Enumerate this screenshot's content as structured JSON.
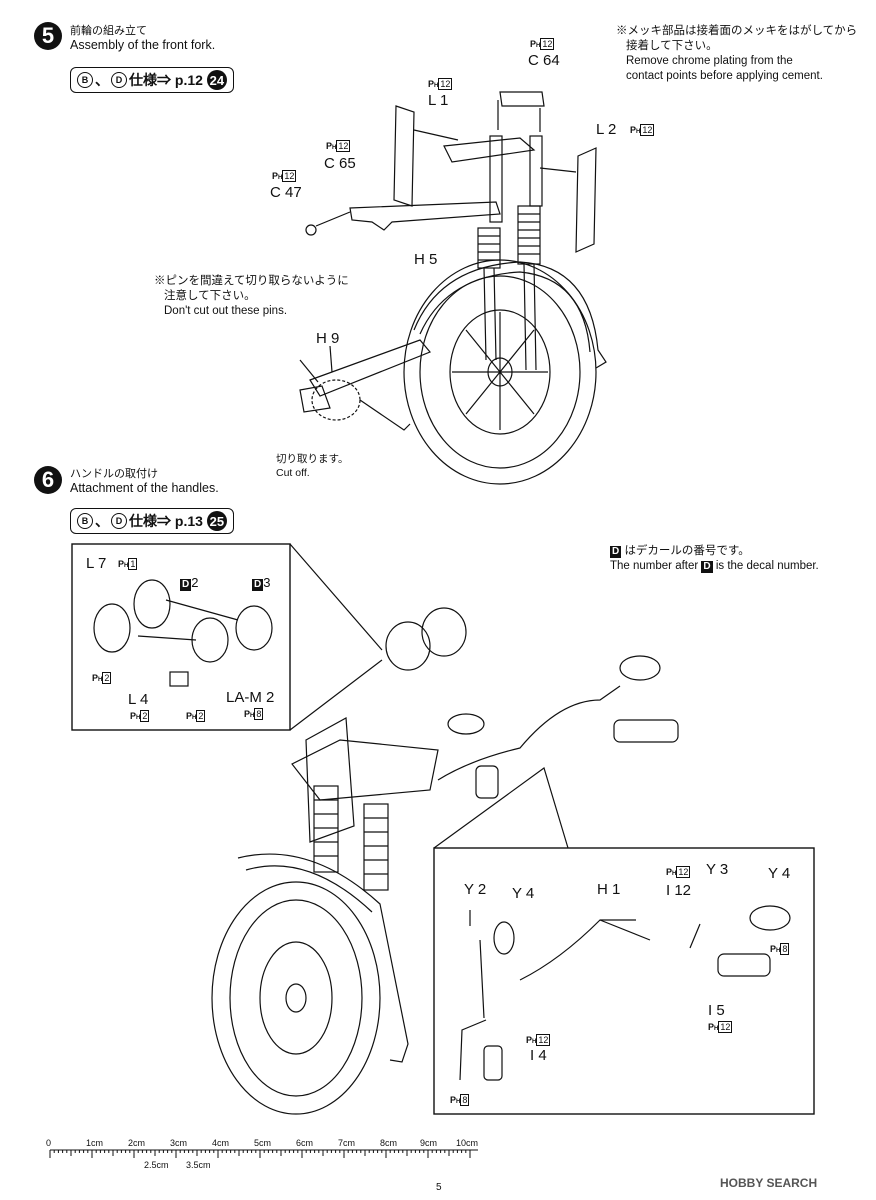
{
  "step5": {
    "number": "5",
    "title_jp": "前輪の組み立て",
    "title_en": "Assembly of the front fork.",
    "spec": {
      "prefix_b": "B",
      "sep": "、",
      "prefix_d": "D",
      "text": "仕様⇒ p.12",
      "ref": "24"
    },
    "note_chrome": [
      "※メッキ部品は接着面のメッキをはがしてから",
      "接着して下さい。",
      "Remove chrome plating from the",
      "contact points before applying cement."
    ],
    "note_pins": [
      "※ピンを間違えて切り取らないように",
      "注意して下さい。",
      "Don't cut out these pins."
    ],
    "cutoff": [
      "切り取ります。",
      "Cut off."
    ],
    "parts": [
      {
        "ph": "12",
        "label": "C",
        "num": "64"
      },
      {
        "ph": "12",
        "label": "L",
        "num": "1"
      },
      {
        "ph": "12",
        "label": "L",
        "num": "2"
      },
      {
        "ph": "12",
        "label": "C",
        "num": "65"
      },
      {
        "ph": "12",
        "label": "C",
        "num": "47"
      },
      {
        "label": "H",
        "num": "5"
      },
      {
        "label": "H",
        "num": "9"
      }
    ]
  },
  "step6": {
    "number": "6",
    "title_jp": "ハンドルの取付け",
    "title_en": "Attachment of the handles.",
    "spec": {
      "prefix_b": "B",
      "sep": "、",
      "prefix_d": "D",
      "text": "仕様⇒ p.13",
      "ref": "25"
    },
    "decal_note": {
      "jp": "はデカールの番号です。",
      "en_pre": "The number after ",
      "en_post": " is the decal number.",
      "d": "D"
    },
    "inset_gauges": [
      {
        "label": "L",
        "num": "7",
        "ph": "1"
      },
      {
        "d": "D",
        "num": "2"
      },
      {
        "d": "D",
        "num": "3"
      },
      {
        "ph": "2"
      },
      {
        "label": "L",
        "num": "4"
      },
      {
        "ph": "2"
      },
      {
        "ph": "2"
      },
      {
        "label": "LA-M",
        "num": "2"
      },
      {
        "ph": "8"
      }
    ],
    "inset_handle": [
      {
        "label": "Y",
        "num": "2"
      },
      {
        "label": "Y",
        "num": "4"
      },
      {
        "label": "H",
        "num": "1"
      },
      {
        "ph": "12"
      },
      {
        "label": "Y",
        "num": "3"
      },
      {
        "label": "Y",
        "num": "4"
      },
      {
        "label": "I",
        "num": "12"
      },
      {
        "ph": "8"
      },
      {
        "label": "I",
        "num": "5"
      },
      {
        "ph": "12"
      },
      {
        "ph": "12"
      },
      {
        "label": "I",
        "num": "4"
      },
      {
        "ph": "8"
      }
    ]
  },
  "ph_letters": {
    "p": "P",
    "h": "H"
  },
  "ruler": {
    "ticks": [
      "0",
      "1cm",
      "2cm",
      "3cm",
      "4cm",
      "5cm",
      "6cm",
      "7cm",
      "8cm",
      "9cm",
      "10cm"
    ],
    "sub_ticks": [
      "2.5cm",
      "3.5cm"
    ]
  },
  "page_number": "5",
  "watermark": "HOBBY SEARCH"
}
